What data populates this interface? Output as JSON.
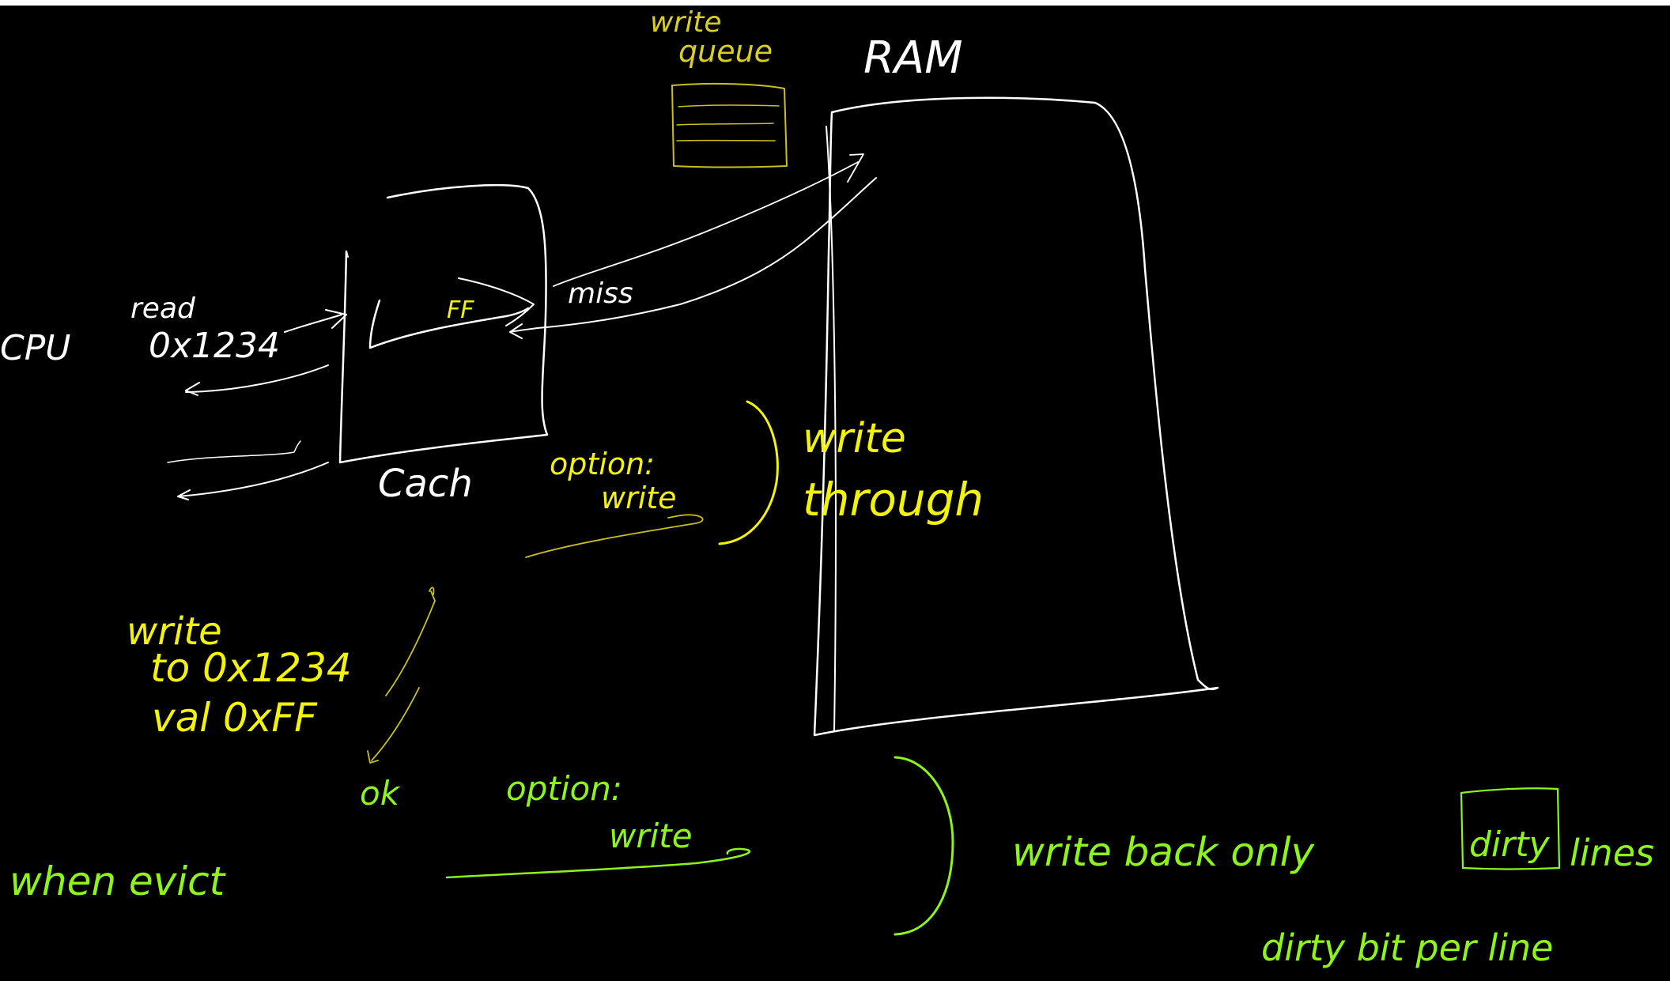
{
  "labels": {
    "cpu": "CPU",
    "read": "read",
    "read_addr": "0x1234",
    "cache_value": "FF",
    "miss": "miss",
    "cache": "Cach",
    "write_queue_1": "write",
    "write_queue_2": "queue",
    "ram": "RAM",
    "option_write_through_1": "option:",
    "option_write_through_2": "write",
    "write_through_1": "write",
    "write_through_2": "through",
    "write_cmd": "write",
    "write_to": "to 0x1234",
    "write_val": "val 0xFF",
    "ok": "ok",
    "option_write_back_1": "option:",
    "option_write_back_2": "write",
    "when_evict": "when evict",
    "write_back_text": "write back only",
    "dirty": "dirty",
    "lines": "lines",
    "dirty_bit": "dirty bit per line"
  },
  "colors": {
    "background": "#000000",
    "white_ink": "#ffffff",
    "yellow_ink": "#f2f20a",
    "green_ink": "#8ef51c"
  }
}
